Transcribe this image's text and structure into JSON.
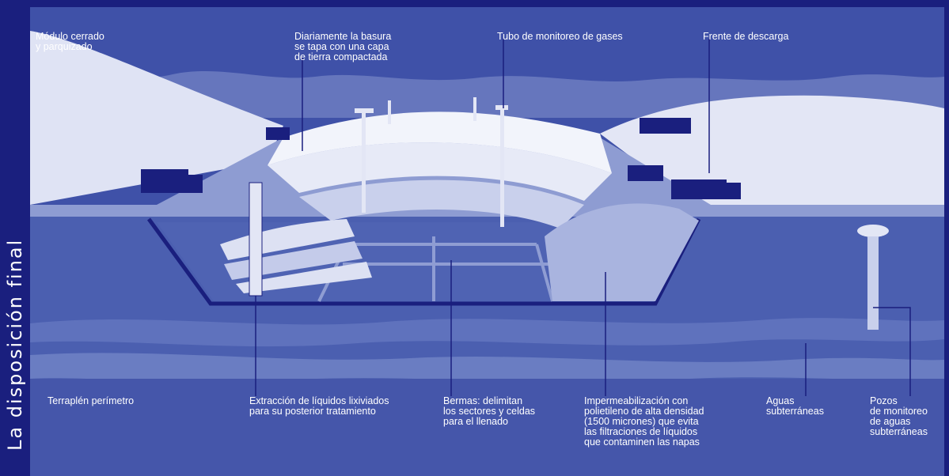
{
  "sidebar": {
    "title": "La disposición final"
  },
  "labels": {
    "modulo": "Módulo cerrado\ny parquizado",
    "diariamente": "Diariamente la basura\nse tapa con una capa\nde tierra compactada",
    "tubo": "Tubo de monitoreo de gases",
    "frente": "Frente de descarga",
    "terraplen": "Terraplén perímetro",
    "extraccion": "Extracción de líquidos lixiviados\npara su posterior tratamiento",
    "bermas": "Bermas: delimitan\nlos sectores y celdas\npara el llenado",
    "impermeabilizacion": "Impermeabilización con\npolietileno de alta densidad\n(1500 micrones) que evita\nlas filtraciones de líquidos\nque contaminen las napas",
    "aguas": "Aguas\nsubterráneas",
    "pozos": "Pozos\nde monitoreo\nde aguas\nsubterráneas"
  },
  "colors": {
    "frame": "#1a1f7e",
    "sky": "#3f51a8",
    "ground": "#4b5fb0",
    "surface": "#7f8fcb",
    "white_text": "#ffffff"
  }
}
